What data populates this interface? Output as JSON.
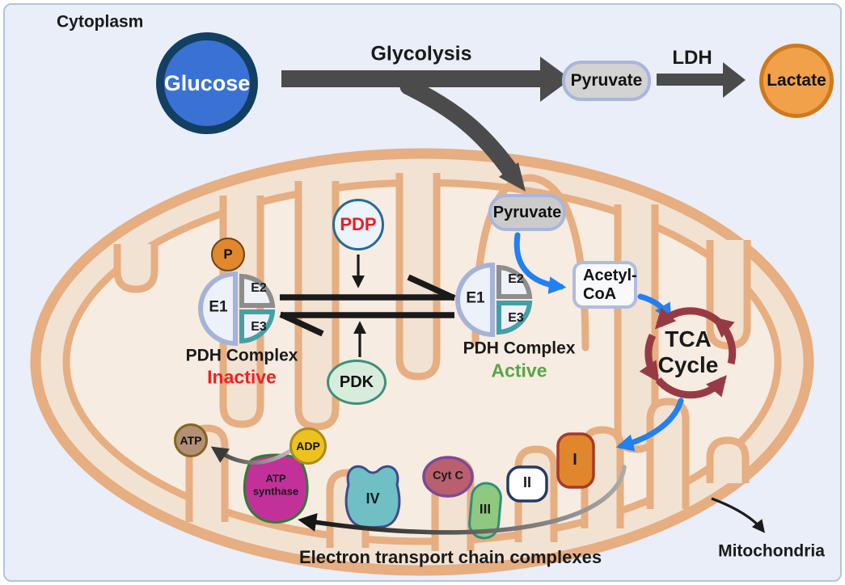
{
  "labels": {
    "cytoplasm": "Cytoplasm",
    "mitochondria": "Mitochondria",
    "glycolysis": "Glycolysis",
    "ldh": "LDH",
    "etc": "Electron transport chain complexes"
  },
  "molecules": {
    "glucose": "Glucose",
    "pyruvate_cytoplasm": "Pyruvate",
    "lactate": "Lactate",
    "pyruvate_mito": "Pyruvate",
    "acetyl_coa_line1": "Acetyl-",
    "acetyl_coa_line2": "CoA",
    "tca_line1": "TCA",
    "tca_line2": "Cycle"
  },
  "pdh_inactive": {
    "name": "PDH Complex",
    "state": "Inactive",
    "e1": "E1",
    "e2": "E2",
    "e3": "E3",
    "phospho": "P"
  },
  "pdh_active": {
    "name": "PDH Complex",
    "state": "Active",
    "e1": "E1",
    "e2": "E2",
    "e3": "E3"
  },
  "regulators": {
    "pdp": "PDP",
    "pdk": "PDK"
  },
  "etc_complexes": {
    "c1": "I",
    "c2": "II",
    "c3": "III",
    "c4": "IV",
    "cytc": "Cyt C",
    "synthase_line1": "ATP",
    "synthase_line2": "synthase",
    "adp": "ADP",
    "atp": "ATP"
  },
  "colors": {
    "background": "#e9eef8",
    "membrane_tan": "#e6ae81",
    "intermembrane": "#f2e2d2",
    "matrix": "#f6ece1",
    "glucose_blue": "#3a72d4",
    "glucose_ring": "#133f63",
    "lactate_orange": "#f0a14a",
    "arrow_dark": "#4b4b4b",
    "arrow_blue": "#2180f3",
    "tca_maroon": "#983a44",
    "inactive_red": "#f32020",
    "active_green": "#58a447",
    "pdp_text_red": "#ee1c25",
    "e1_border": "#a5b3d9",
    "e2_border": "#8d8d8d",
    "e3_border": "#43a0a8",
    "complex1_orange": "#e0862c",
    "complex3_green": "#8fc97f",
    "complex4_teal": "#6fbfc4",
    "cytc_rose": "#b95f6e",
    "synthase_magenta": "#c2319a",
    "adp_yellow": "#ecc31e",
    "atp_tan": "#b28f77"
  }
}
